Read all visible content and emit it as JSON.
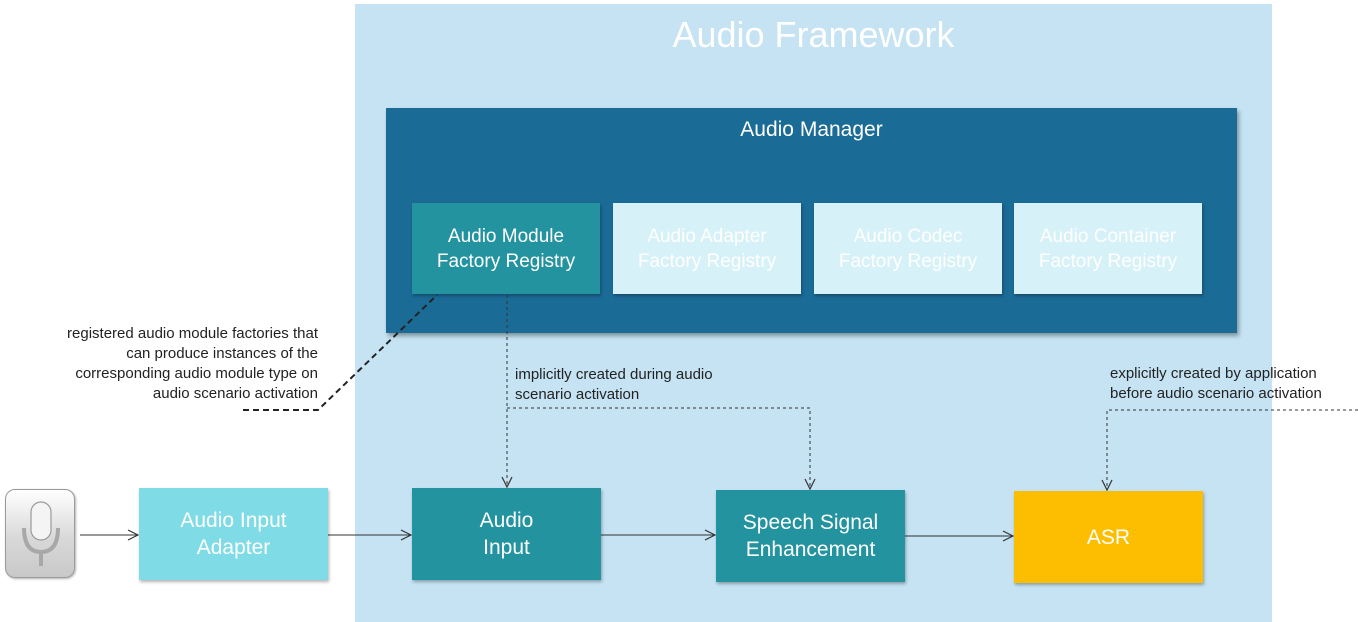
{
  "framework": {
    "title": "Audio Framework"
  },
  "manager": {
    "title": "Audio Manager",
    "registries": [
      {
        "label": "Audio Module Factory Registry",
        "active": true
      },
      {
        "label": "Audio Adapter Factory Registry",
        "active": false
      },
      {
        "label": "Audio Codec Factory Registry",
        "active": false
      },
      {
        "label": "Audio Container Factory Registry",
        "active": false
      }
    ]
  },
  "pipeline": {
    "microphone_icon": "microphone-icon",
    "input_adapter": "Audio Input Adapter",
    "audio_input": "Audio Input",
    "speech_enhancement": "Speech Signal Enhancement",
    "asr": "ASR"
  },
  "notes": {
    "registry_note": "registered audio module factories that can produce instances of the corresponding audio module type on audio scenario activation",
    "implicit_note": "implicitly created during audio scenario activation",
    "explicit_note": "explicitly created by application before audio scenario activation"
  },
  "colors": {
    "framework_bg": "#c5e3f3",
    "manager_bg": "#1b6b97",
    "module_teal": "#22939f",
    "adapter_light": "#7fdce6",
    "inactive_registry": "#d6f1f7",
    "asr_yellow": "#fdbd00"
  }
}
